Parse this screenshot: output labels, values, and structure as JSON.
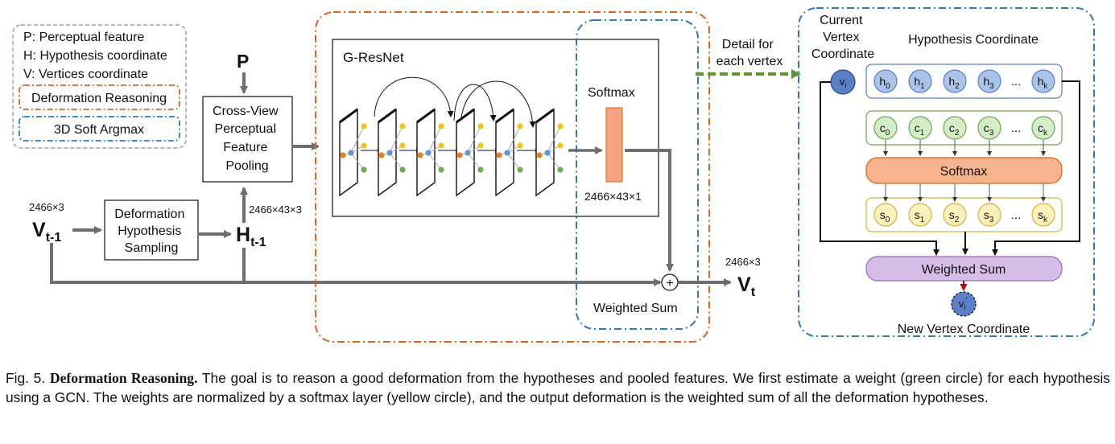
{
  "legend": {
    "p": "P:  Perceptual feature",
    "h": "H: Hypothesis coordinate",
    "v": "V:  Vertices coordinate",
    "deformation": "Deformation Reasoning",
    "argmax": "3D Soft Argmax"
  },
  "inputs": {
    "v_dim": "2466×3",
    "v_main": "V",
    "v_sub": "t-1",
    "sampling": [
      "Deformation",
      "Hypothesis",
      "Sampling"
    ],
    "h_main": "H",
    "h_sub": "t-1",
    "h_dim": "2466×43×3",
    "p": "P",
    "pooling": [
      "Cross-View",
      "Perceptual",
      "Feature",
      "Pooling"
    ]
  },
  "gresnet": {
    "label": "G-ResNet",
    "softmax_label": "Softmax",
    "dim": "2466×43×1",
    "plus": "+",
    "weighted_sum": "Weighted Sum"
  },
  "output": {
    "dim": "2466×3",
    "main": "V",
    "sub": "t"
  },
  "detail_link": [
    "Detail for",
    "each vertex"
  ],
  "detail": {
    "current_vertex": [
      "Current",
      "Vertex",
      "Coordinate"
    ],
    "hypothesis_title": "Hypothesis Coordinate",
    "vi": {
      "main": "v",
      "sub": "i"
    },
    "h_items": [
      {
        "main": "h",
        "sub": "0"
      },
      {
        "main": "h",
        "sub": "1"
      },
      {
        "main": "h",
        "sub": "2"
      },
      {
        "main": "h",
        "sub": "3"
      },
      {
        "main": "h",
        "sub": "k"
      }
    ],
    "c_items": [
      {
        "main": "c",
        "sub": "0"
      },
      {
        "main": "c",
        "sub": "1"
      },
      {
        "main": "c",
        "sub": "2"
      },
      {
        "main": "c",
        "sub": "3"
      },
      {
        "main": "c",
        "sub": "k"
      }
    ],
    "s_items": [
      {
        "main": "s",
        "sub": "0"
      },
      {
        "main": "s",
        "sub": "1"
      },
      {
        "main": "s",
        "sub": "2"
      },
      {
        "main": "s",
        "sub": "3"
      },
      {
        "main": "s",
        "sub": "k"
      }
    ],
    "ellipsis": "...",
    "softmax": "Softmax",
    "weighted_sum": "Weighted Sum",
    "new_vi": {
      "main": "v",
      "sub": "i",
      "prime": "′"
    },
    "new_vertex": "New Vertex Coordinate"
  },
  "caption": {
    "prefix": "Fig. 5.",
    "bold": "Deformation Reasoning.",
    "text": "The goal is to reason a good deformation from the hypotheses and pooled features. We first estimate a weight (green circle) for each hypothesis using a GCN. The weights are normalized by a softmax layer (yellow circle), and the output deformation is the weighted sum of all the deformation hypotheses."
  },
  "colors": {
    "orange_dash": "#d9661c",
    "blue_dash": "#2a7ac0",
    "gray_dash": "#9a9a9a",
    "arrow_gray": "#6e6e6e",
    "green_arrow": "#5a9a2a",
    "softmax_bar": "#f4a57d",
    "h_fill": "#aac3e8",
    "c_fill": "#d5ecc8",
    "s_fill": "#fbf0bb",
    "softmax_fill": "#f5b48e",
    "wsum_fill": "#d6bde6",
    "vi_fill": "#5b7fc8",
    "red_arrow": "#c00000"
  }
}
